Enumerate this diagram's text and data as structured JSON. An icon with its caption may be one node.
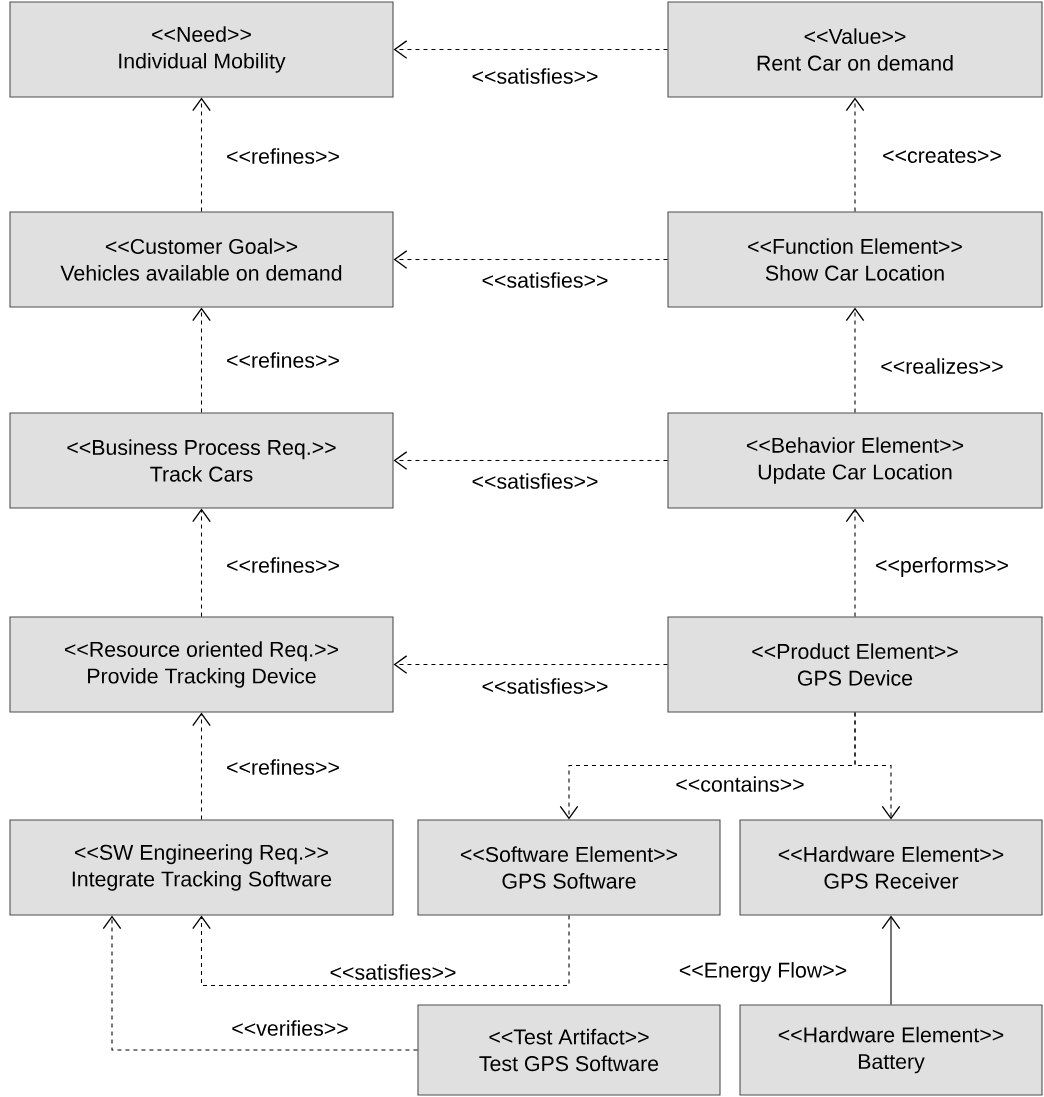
{
  "diagram": {
    "nodes": [
      {
        "text": [
          "<<Need>>",
          "Individual Mobility"
        ]
      },
      {
        "text": [
          "<<Value>>",
          "Rent Car on demand"
        ]
      },
      {
        "text": [
          "<<Customer Goal>>",
          "Vehicles available on demand"
        ]
      },
      {
        "text": [
          "<<Function Element>>",
          "Show Car Location"
        ]
      },
      {
        "text": [
          "<<Business Process Req.>>",
          "Track Cars"
        ]
      },
      {
        "text": [
          "<<Behavior Element>>",
          "Update Car Location"
        ]
      },
      {
        "text": [
          "<<Resource oriented Req.>>",
          "Provide Tracking Device"
        ]
      },
      {
        "text": [
          "<<Product Element>>",
          "GPS Device"
        ]
      },
      {
        "text": [
          "<<SW Engineering Req.>>",
          "Integrate Tracking Software"
        ]
      },
      {
        "text": [
          "<<Software Element>>",
          "GPS Software"
        ]
      },
      {
        "text": [
          "<<Hardware Element>>",
          "GPS Receiver"
        ]
      },
      {
        "text": [
          "<<Test Artifact>>",
          "Test GPS Software"
        ]
      },
      {
        "text": [
          "<<Hardware Element>>",
          "Battery"
        ]
      }
    ],
    "edges": [
      {
        "from": 1,
        "to": 0,
        "arrow": "to",
        "label": "<<satisfies>>",
        "style": "dashed"
      },
      {
        "from": 3,
        "to": 2,
        "arrow": "to",
        "label": "<<satisfies>>",
        "style": "dashed"
      },
      {
        "from": 5,
        "to": 4,
        "arrow": "to",
        "label": "<<satisfies>>",
        "style": "dashed"
      },
      {
        "from": 7,
        "to": 6,
        "arrow": "to",
        "label": "<<satisfies>>",
        "style": "dashed"
      },
      {
        "from": 2,
        "to": 0,
        "arrow": "to",
        "label": "<<refines>>",
        "style": "dashed"
      },
      {
        "from": 4,
        "to": 2,
        "arrow": "to",
        "label": "<<refines>>",
        "style": "dashed"
      },
      {
        "from": 6,
        "to": 4,
        "arrow": "to",
        "label": "<<refines>>",
        "style": "dashed"
      },
      {
        "from": 8,
        "to": 6,
        "arrow": "to",
        "label": "<<refines>>",
        "style": "dashed"
      },
      {
        "from": 3,
        "to": 1,
        "arrow": "to",
        "label": "<<creates>>",
        "style": "dashed"
      },
      {
        "from": 5,
        "to": 3,
        "arrow": "to",
        "label": "<<realizes>>",
        "style": "dashed"
      },
      {
        "from": 7,
        "to": 5,
        "arrow": "to",
        "label": "<<performs>>",
        "style": "dashed"
      },
      {
        "from": 7,
        "to": 9,
        "arrow": "to",
        "label": "<<contains>>",
        "style": "dashed"
      },
      {
        "from": 7,
        "to": 10,
        "arrow": "to",
        "style": "dashed"
      },
      {
        "from": 9,
        "to": 8,
        "arrow": "to",
        "label": "<<satisfies>>",
        "style": "dashed"
      },
      {
        "from": 11,
        "to": 8,
        "arrow": "to",
        "label": "<<verifies>>",
        "style": "dashed"
      },
      {
        "from": 12,
        "to": 10,
        "arrow": "to",
        "label": "<<Energy Flow>>"
      }
    ]
  }
}
